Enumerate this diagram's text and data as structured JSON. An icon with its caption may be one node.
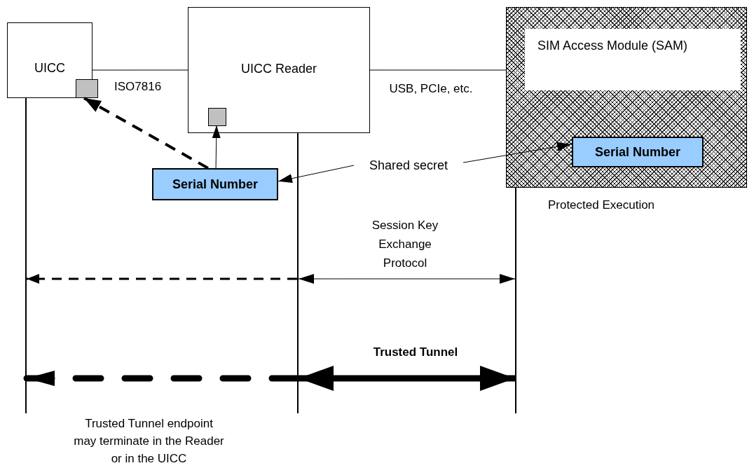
{
  "diagram": {
    "nodes": [
      {
        "text": [
          "UICC"
        ]
      },
      {
        "text": [],
        "shape": "box"
      },
      {
        "text": [
          "UICC Reader"
        ]
      },
      {
        "text": [],
        "shape": "box",
        "in": 2
      },
      {
        "text": [],
        "shape": "box",
        "beside": [
          "Protected Execution"
        ]
      },
      {
        "text": [
          "SIM Access Module (SAM)"
        ],
        "in": 4
      },
      {
        "text": [
          "Serial Number"
        ],
        "in": 4
      },
      {
        "text": [
          "Serial Number"
        ]
      },
      {
        "text": [
          "Shared secret"
        ]
      },
      {
        "text": [],
        "shape": "bar"
      },
      {
        "text": [],
        "shape": "bar"
      },
      {
        "text": [],
        "shape": "bar"
      }
    ],
    "edges": [
      {
        "from": 0,
        "to": 2,
        "arrow": "none",
        "label": "ISO7816"
      },
      {
        "from": 2,
        "to": 4,
        "arrow": "none",
        "label": "USB, PCIe, etc."
      },
      {
        "from": 7,
        "to": 1,
        "arrow": "to",
        "style": "dashed"
      },
      {
        "from": 7,
        "to": 3,
        "arrow": "to"
      },
      {
        "from": 8,
        "to": 7,
        "arrow": "to"
      },
      {
        "from": 8,
        "to": 6,
        "arrow": "to"
      },
      {
        "from": 10,
        "to": 9,
        "arrow": "to",
        "style": "dashed"
      },
      {
        "from": 10,
        "to": 11,
        "arrow": "both",
        "label": "Session Key Exchange Protocol"
      },
      {
        "from": 10,
        "to": 9,
        "arrow": "to",
        "style": "dashed"
      },
      {
        "from": 10,
        "to": 11,
        "arrow": "both",
        "style": "thick",
        "label": "Trusted Tunnel"
      }
    ],
    "labels": [
      "Trusted Tunnel endpoint may terminate in the Reader or in the UICC"
    ]
  }
}
